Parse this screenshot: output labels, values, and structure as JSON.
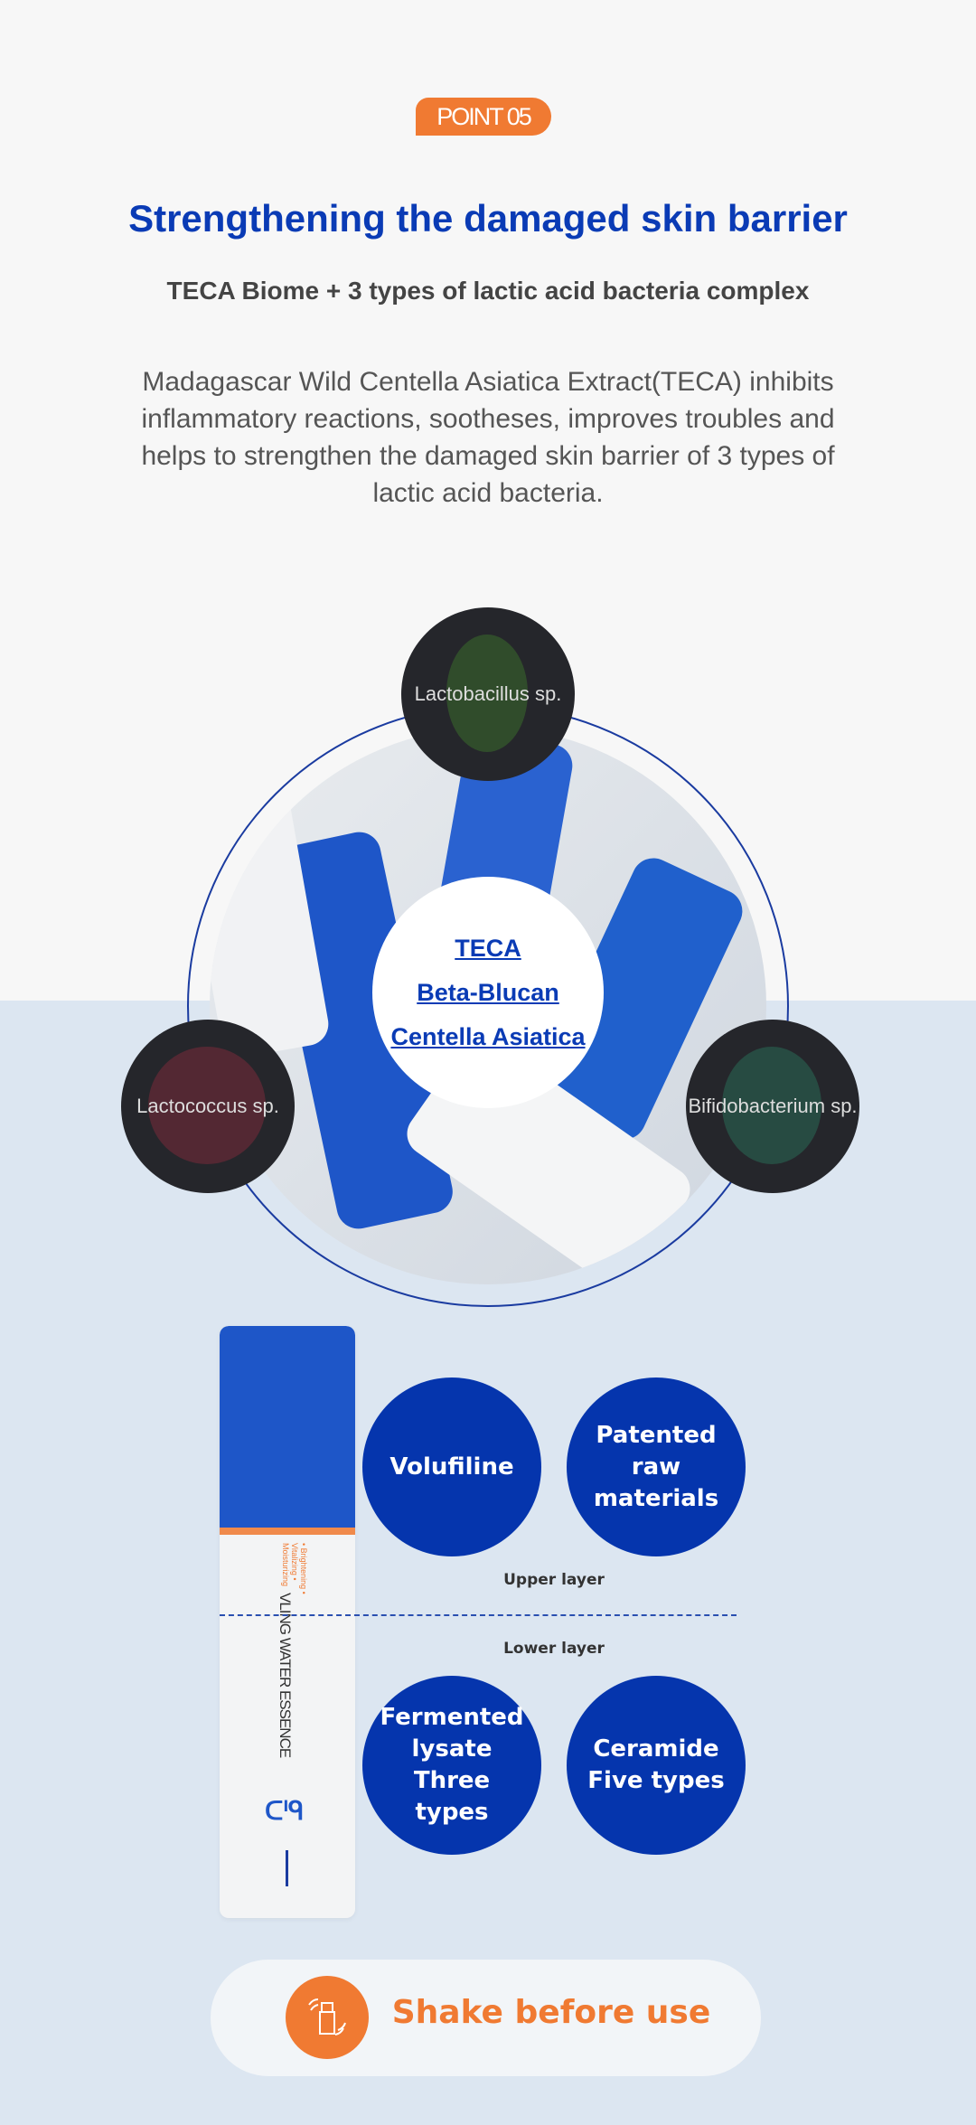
{
  "badge": "POINT 05",
  "title": "Strengthening the damaged skin barrier",
  "subtitle": "TECA Biome + 3 types of lactic acid bacteria complex",
  "description": "Madagascar Wild Centella Asiatica Extract(TECA) inhibits inflammatory reactions, sootheses, improves troubles and helps to strengthen the damaged skin barrier of 3 types of lactic acid bacteria.",
  "bacteria": [
    "Lactobacillus sp.",
    "Lactococcus sp.",
    "Bifidobacterium sp."
  ],
  "core": [
    "TECA",
    "Beta-Blucan",
    "Centella Asiatica"
  ],
  "bottle": {
    "label": "VLING WATER ESSENCE",
    "benefits": "• Brightening • Vitalizing • Moisturizing"
  },
  "upper": {
    "label": "Upper layer",
    "items": [
      "Volufiline",
      "Patented raw materials"
    ]
  },
  "lower": {
    "label": "Lower layer",
    "items": [
      "Fermented lysate Three types",
      "Ceramide Five types"
    ]
  },
  "shake": "Shake before use",
  "colors": {
    "accent": "#f07a32",
    "primary": "#0535ad"
  }
}
